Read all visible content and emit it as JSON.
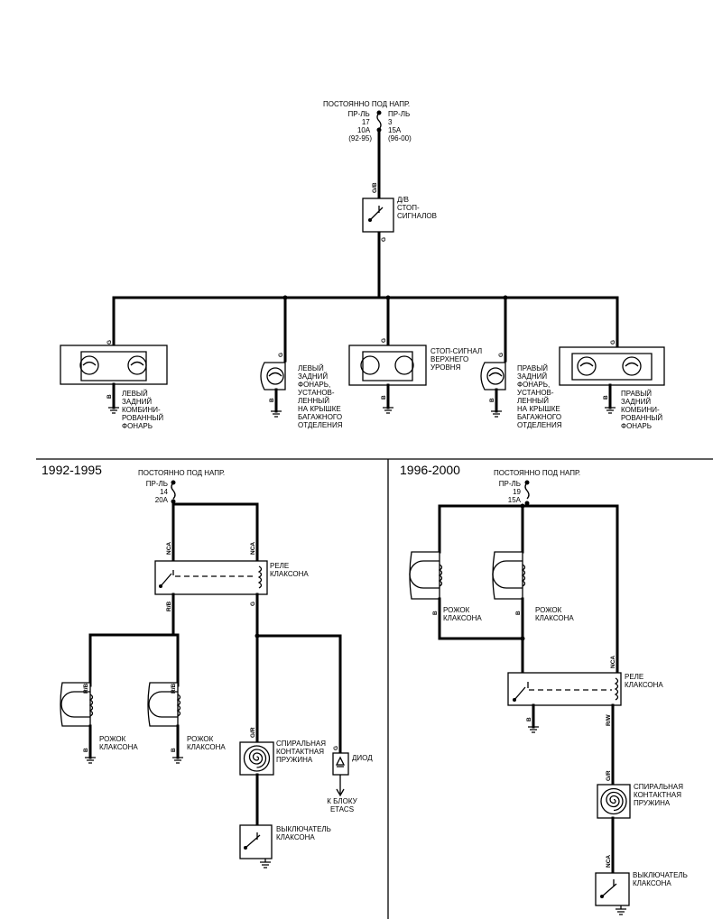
{
  "top": {
    "power": [
      "ПОСТОЯННО ПОД НАПР."
    ],
    "fuse_left": [
      "ПР-ЛЬ",
      "17",
      "10A",
      "(92-95)"
    ],
    "fuse_right": [
      "ПР-ЛЬ",
      "3",
      "15A",
      "(96-00)"
    ],
    "switch": [
      "Д/В",
      "СТОП-",
      "СИГНАЛОВ"
    ],
    "lamp_left": [
      "ЛЕВЫЙ",
      "ЗАДНИЙ",
      "КОМБИНИ-",
      "РОВАННЫЙ",
      "ФОНАРЬ"
    ],
    "lamp_left_inner": [
      "ЛЕВЫЙ",
      "ЗАДНИЙ",
      "ФОНАРЬ,",
      "УСТАНОВ-",
      "ЛЕННЫЙ",
      "НА КРЫШКЕ",
      "БАГАЖНОГО",
      "ОТДЕЛЕНИЯ"
    ],
    "lamp_center": [
      "СТОП-СИГНАЛ",
      "ВЕРХНЕГО",
      "УРОВНЯ"
    ],
    "lamp_right_inner": [
      "ПРАВЫЙ",
      "ЗАДНИЙ",
      "ФОНАРЬ,",
      "УСТАНОВ-",
      "ЛЕННЫЙ",
      "НА КРЫШКЕ",
      "БАГАЖНОГО",
      "ОТДЕЛЕНИЯ"
    ],
    "lamp_right": [
      "ПРАВЫЙ",
      "ЗАДНИЙ",
      "КОМБИНИ-",
      "РОВАННЫЙ",
      "ФОНАРЬ"
    ]
  },
  "left": {
    "year": "1992-1995",
    "power": [
      "ПОСТОЯННО ПОД НАПР."
    ],
    "fuse": [
      "ПР-ЛЬ",
      "14",
      "20A"
    ],
    "relay": [
      "РЕЛЕ",
      "КЛАКСОНА"
    ],
    "horn1": [
      "РОЖОК",
      "КЛАКСОНА"
    ],
    "horn2": [
      "РОЖОК",
      "КЛАКСОНА"
    ],
    "spring": [
      "СПИРАЛЬНАЯ",
      "КОНТАКТНАЯ",
      "ПРУЖИНА"
    ],
    "diode": [
      "ДИОД"
    ],
    "etacs": [
      "К БЛОКУ",
      "ETACS"
    ],
    "switch": [
      "ВЫКЛЮЧАТЕЛЬ",
      "КЛАКСОНА"
    ]
  },
  "right": {
    "year": "1996-2000",
    "power": [
      "ПОСТОЯННО ПОД НАПР."
    ],
    "fuse": [
      "ПР-ЛЬ",
      "19",
      "15A"
    ],
    "horn1": [
      "РОЖОК",
      "КЛАКСОНА"
    ],
    "horn2": [
      "РОЖОК",
      "КЛАКСОНА"
    ],
    "relay": [
      "РЕЛЕ",
      "КЛАКСОНА"
    ],
    "spring": [
      "СПИРАЛЬНАЯ",
      "КОНТАКТНАЯ",
      "ПРУЖИНА"
    ],
    "switch": [
      "ВЫКЛЮЧАТЕЛЬ",
      "КЛАКСОНА"
    ]
  },
  "wires": {
    "GB": "G/B",
    "G": "G",
    "B": "B",
    "NCA": "NCA",
    "RB": "R/B",
    "GR": "G/R",
    "RW": "R/W"
  }
}
